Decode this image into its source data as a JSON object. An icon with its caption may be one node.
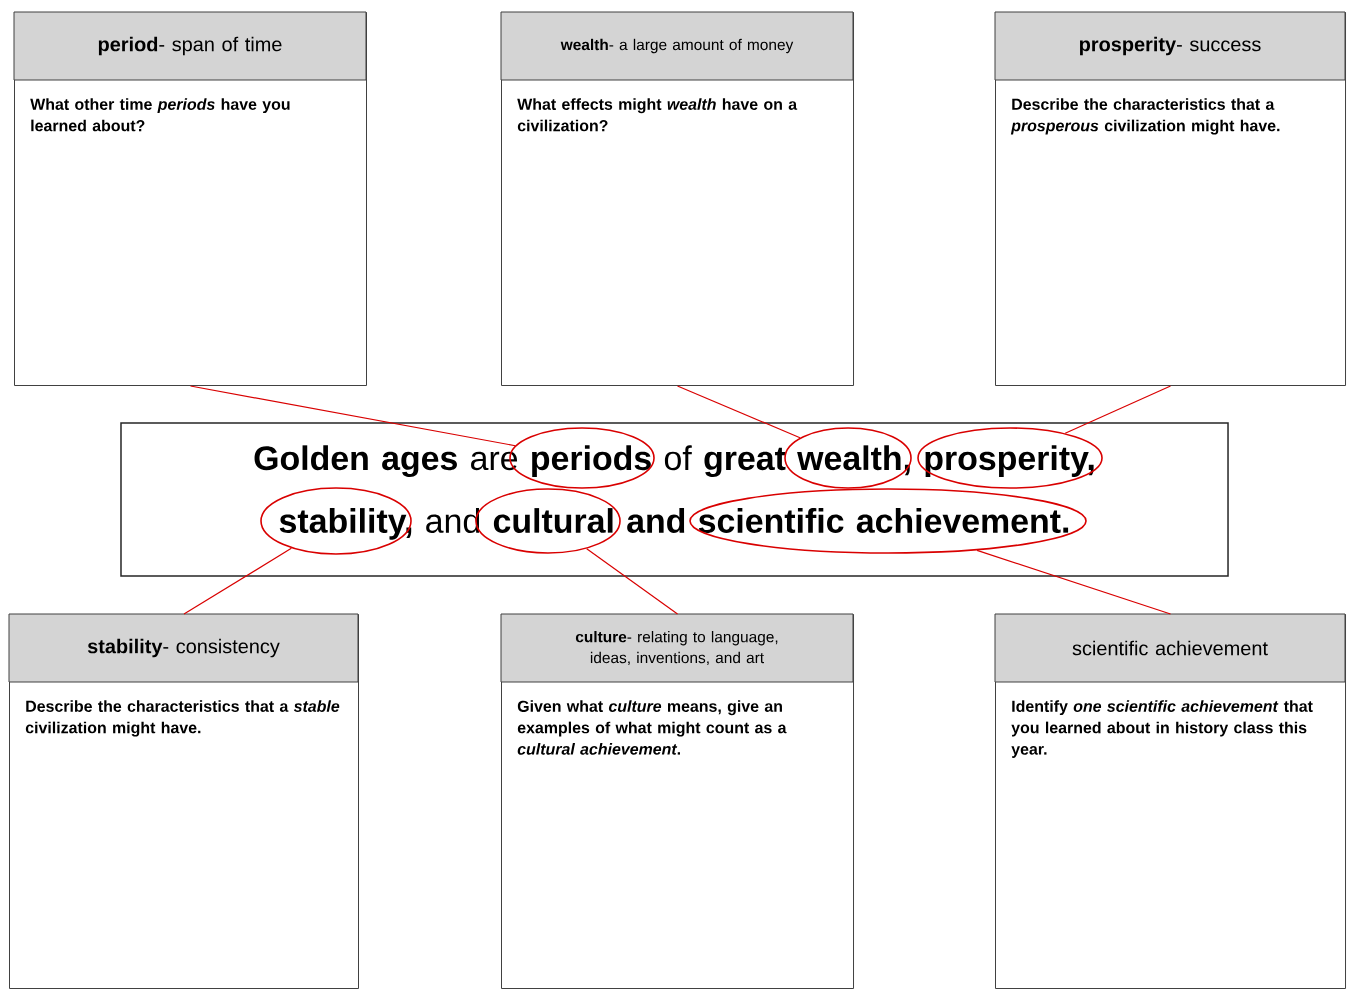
{
  "diagram": {
    "nodes": [
      {
        "text": [
          "**period**- span of time",
          "What other time *periods* have you learned about?"
        ]
      },
      {
        "text": [
          "**wealth**- a large amount of money",
          "What effects might *wealth* have on a civilization?"
        ]
      },
      {
        "text": [
          "**prosperity**- success",
          "Describe the characteristics that a *prosperous* civilization might have."
        ]
      },
      {
        "text": [
          "**Golden ages** are **periods** of **great wealth, prosperity, stability,** and **cultural and scientific achievement.**"
        ]
      },
      {
        "text": [],
        "shape": "ellipse",
        "in": 3
      },
      {
        "text": [],
        "shape": "ellipse",
        "in": 3
      },
      {
        "text": [],
        "shape": "ellipse",
        "in": 3
      },
      {
        "text": [],
        "shape": "ellipse",
        "in": 3
      },
      {
        "text": [],
        "shape": "ellipse",
        "in": 3
      },
      {
        "text": [],
        "shape": "ellipse",
        "in": 3
      },
      {
        "text": [
          "**stability**- consistency",
          "Describe the characteristics that a *stable* civilization might have."
        ]
      },
      {
        "text": [
          "**culture**- relating to language, ideas, inventions, and art",
          "Given what *culture* means, give an examples of what might count as a *cultural achievement*."
        ]
      },
      {
        "text": [
          "scientific achievement",
          "Identify *one scientific achievement* that you learned about in history class this year."
        ]
      }
    ],
    "edges": [
      {
        "from": 0,
        "to": 4,
        "arrow": "none"
      },
      {
        "from": 1,
        "to": 5,
        "arrow": "none"
      },
      {
        "from": 2,
        "to": 6,
        "arrow": "none"
      },
      {
        "from": 10,
        "to": 7,
        "arrow": "none"
      },
      {
        "from": 11,
        "to": 8,
        "arrow": "none"
      },
      {
        "from": 12,
        "to": 9,
        "arrow": "none"
      }
    ]
  }
}
